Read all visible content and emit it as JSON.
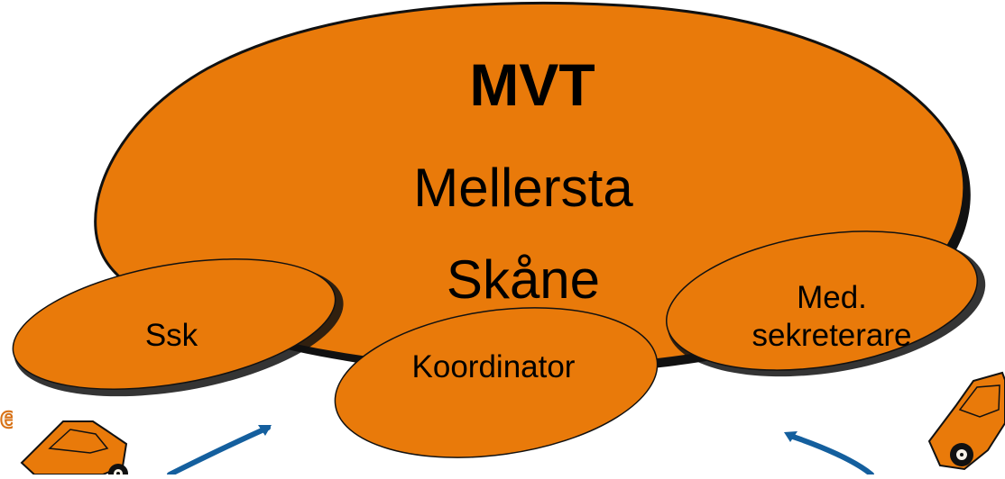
{
  "diagram": {
    "title": "MVT",
    "subtitle_line_1": "Mellersta",
    "subtitle_line_2": "Skåne",
    "roles": {
      "left": "Ssk",
      "center": "Koordinator",
      "right_line_1": "Med.",
      "right_line_2": "sekreterare"
    },
    "edge_fragment": "e"
  },
  "colors": {
    "bubble_fill": "#e97a0a",
    "outline": "#111111",
    "arrow": "#145f9e",
    "background": "#ffffff"
  },
  "icons": {
    "left": "orange-car-icon",
    "right": "orange-car-icon"
  }
}
